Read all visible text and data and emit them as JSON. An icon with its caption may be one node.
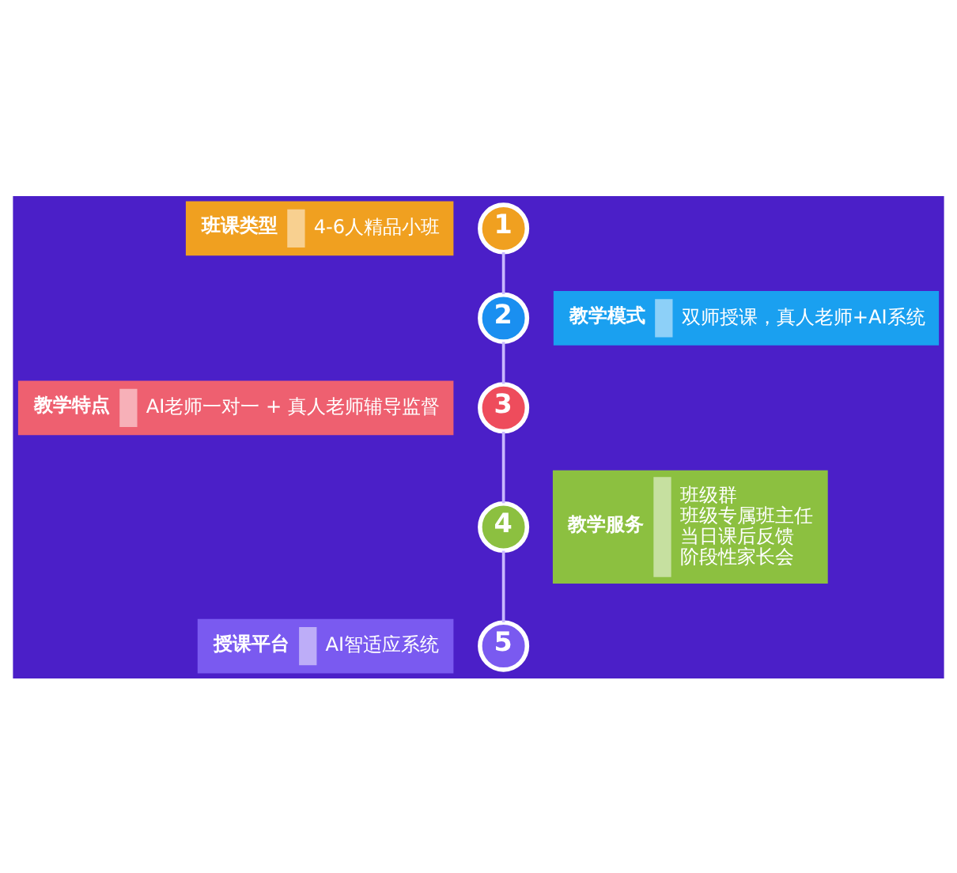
{
  "diagram": {
    "nodes": [
      {
        "text": [
          "班课类型",
          "4-6人精品小班"
        ]
      },
      {
        "text": [
          "1"
        ]
      },
      {
        "text": [
          "2"
        ]
      },
      {
        "text": [
          "教学模式",
          "双师授课，真人老师+AI系统"
        ]
      },
      {
        "text": [
          "教学特点",
          "AI老师一对一 + 真人老师辅导监督"
        ]
      },
      {
        "text": [
          "3"
        ]
      },
      {
        "text": [
          "4"
        ]
      },
      {
        "text": [
          "教学服务",
          "班级群",
          "班级专属班主任",
          "当日课后反馈",
          "阶段性家长会"
        ]
      },
      {
        "text": [
          "授课平台",
          "AI智适应系统"
        ]
      },
      {
        "text": [
          "5"
        ]
      }
    ],
    "edges": [
      {
        "from": 1,
        "to": 2,
        "arrow": "none"
      },
      {
        "from": 2,
        "to": 5,
        "arrow": "none"
      },
      {
        "from": 5,
        "to": 6,
        "arrow": "none"
      },
      {
        "from": 6,
        "to": 9,
        "arrow": "none"
      }
    ]
  }
}
